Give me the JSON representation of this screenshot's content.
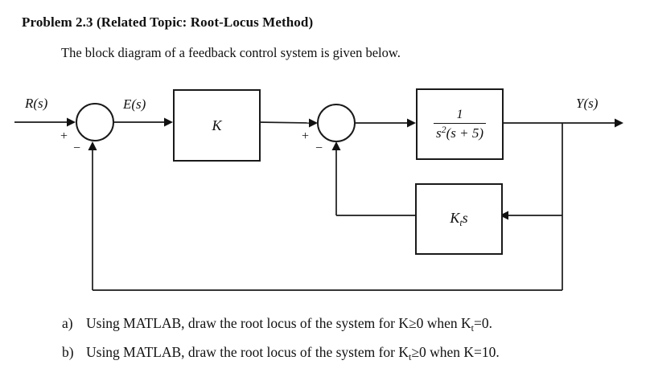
{
  "page": {
    "title": "Problem 2.3 (Related Topic: Root-Locus Method)",
    "subtitle": "The block diagram of a feedback control system is given below."
  },
  "diagram": {
    "input_label": "R(s)",
    "error_label": "E(s)",
    "output_label": "Y(s)",
    "gain_block_label": "K",
    "plant_block": {
      "numerator": "1",
      "den_base": "s",
      "den_sup": "2",
      "den_rest": "(s + 5)"
    },
    "feedback_block": {
      "base": "K",
      "sub": "t",
      "suffix": "s"
    },
    "sj1": {
      "plus": "+",
      "minus": "−"
    },
    "sj2": {
      "plus": "+",
      "minus": "−"
    },
    "line_color": "#1a1a1a"
  },
  "items": [
    {
      "marker": "a)",
      "pre": "Using MATLAB, draw the root locus of the system for K≥0 when K",
      "sub": "t",
      "post": "=0."
    },
    {
      "marker": "b)",
      "pre": "Using MATLAB, draw the root locus of the system for K",
      "sub": "t",
      "post": "≥0 when K=10."
    }
  ]
}
